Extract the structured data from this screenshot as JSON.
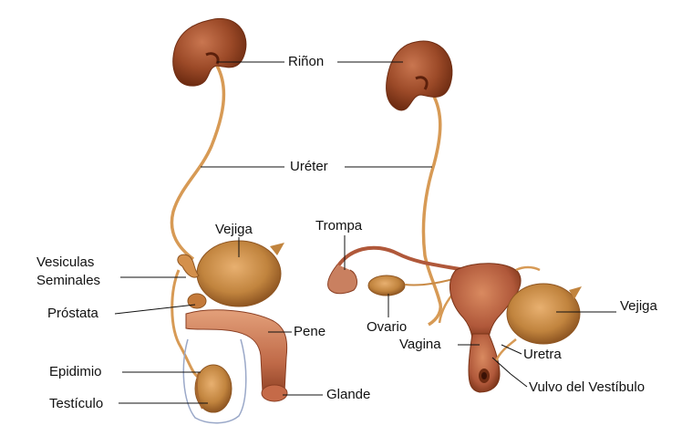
{
  "colors": {
    "organ": "#b3603a",
    "organ_dark": "#7a3418",
    "organ_light": "#e0a073",
    "tube": "#d79a55",
    "bladder": "#c98a45",
    "leader": "#111111"
  },
  "labels": {
    "rinon": "Riñon",
    "ureter": "Uréter",
    "vejiga_male": "Vejiga",
    "vesiculas_1": "Vesiculas",
    "vesiculas_2": "Seminales",
    "prostata": "Próstata",
    "pene": "Pene",
    "epididimo": "Epidimio",
    "testiculo": "Testículo",
    "glande": "Glande",
    "trompa": "Trompa",
    "ovario": "Ovario",
    "vagina": "Vagina",
    "uretra": "Uretra",
    "vejiga_female": "Vejiga",
    "vulvo": "Vulvo del Vestíbulo"
  }
}
